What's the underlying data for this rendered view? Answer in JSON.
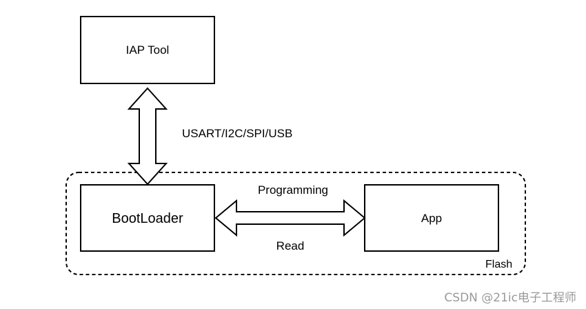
{
  "nodes": {
    "iap_tool": "IAP Tool",
    "bootloader": "BootLoader",
    "app": "App"
  },
  "edges": {
    "iap_link": "USART/I2C/SPI/USB",
    "write_label": "Programming",
    "read_label": "Read"
  },
  "regions": {
    "flash": "Flash"
  },
  "watermark": "CSDN @21ic电子工程师",
  "colors": {
    "stroke": "#000000",
    "background": "#ffffff",
    "watermark": "#999999"
  }
}
